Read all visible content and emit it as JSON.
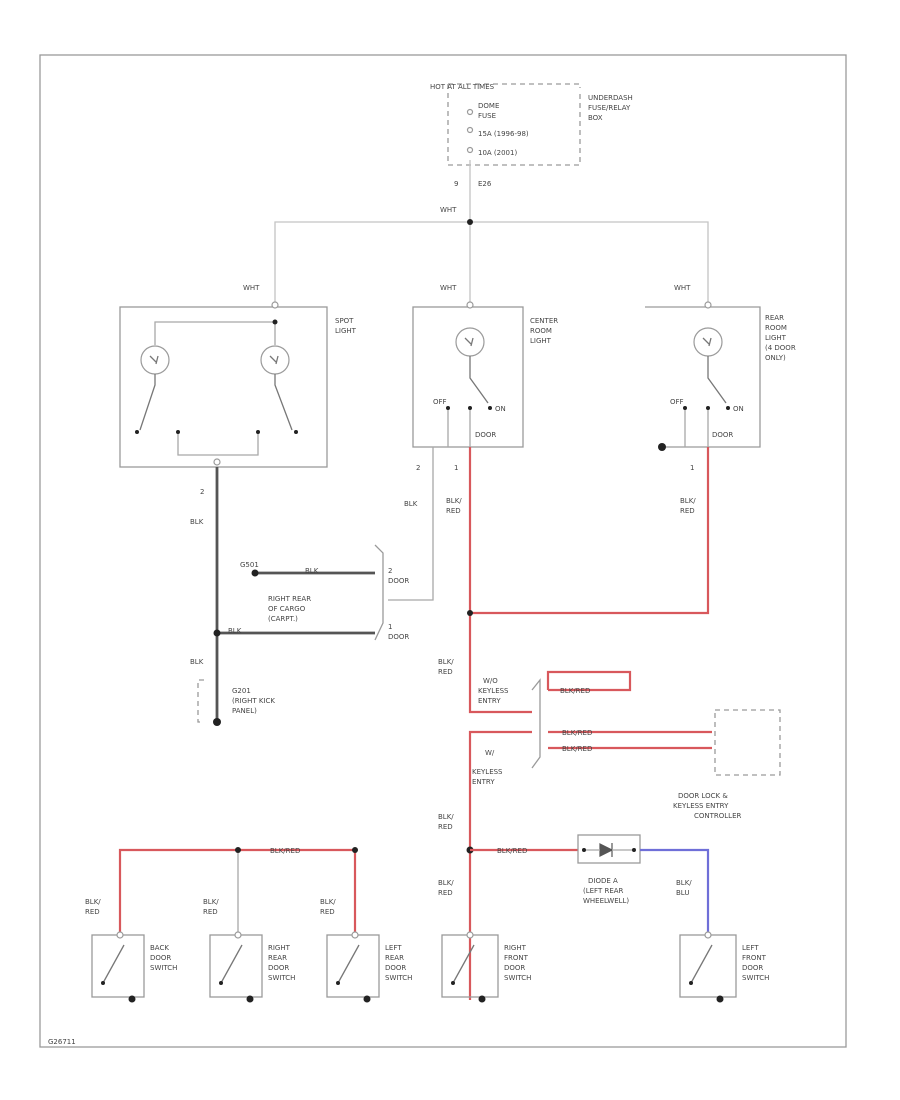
{
  "diagram": {
    "power_source": {
      "header": "HOT AT ALL TIMES",
      "fuse_lines": [
        "DOME",
        "FUSE",
        "15A (1996-98)",
        "10A (2001)"
      ],
      "fuse_box": [
        "UNDERDASH",
        "FUSE/RELAY",
        "BOX"
      ],
      "pin": "9",
      "connector": "E26"
    },
    "wire_labels": {
      "wht_trunk": "WHT",
      "wht_spot": "WHT",
      "wht_center": "WHT",
      "wht_rear": "WHT",
      "blk_spot_pin": "2",
      "blk_spot": "BLK",
      "center_pin_left": "2",
      "center_pin_right": "1",
      "center_blk": "BLK",
      "center_blkred": [
        "BLK/",
        "RED"
      ],
      "rear_pin": "1",
      "rear_blkred": [
        "BLK/",
        "RED"
      ],
      "cargo_top_wire": "BLK",
      "cargo_bottom_wire": "BLK",
      "ground_blk": "BLK",
      "trunk_blkred_1": [
        "BLK/",
        "RED"
      ],
      "trunk_blkred_2": [
        "BLK/",
        "RED"
      ],
      "trunk_blkred_3": [
        "BLK/",
        "RED"
      ],
      "keyless_top": "BLK/RED",
      "keyless_mid1": "BLK/RED",
      "keyless_mid2": "BLK/RED",
      "diode_wire": "BLK/RED",
      "back_bus": "BLK/RED",
      "blkblu": [
        "BLK/",
        "BLU"
      ],
      "back_drop": [
        "BLK/",
        "RED"
      ],
      "rrear_drop": [
        "BLK/",
        "RED"
      ],
      "lrear_drop": [
        "BLK/",
        "RED"
      ]
    },
    "lights": {
      "spot": [
        "SPOT",
        "LIGHT"
      ],
      "center": [
        "CENTER",
        "ROOM",
        "LIGHT"
      ],
      "rear": [
        "REAR",
        "ROOM",
        "LIGHT",
        "(4 DOOR",
        "ONLY)"
      ],
      "switch_off": "OFF",
      "switch_on": "ON",
      "switch_door": "DOOR"
    },
    "cargo": {
      "label": [
        "RIGHT REAR",
        "OF CARGO",
        "(CARPT.)"
      ],
      "ground_tag": "G501",
      "pin_top": "2",
      "pin_bottom": "1",
      "top_door": "DOOR",
      "bottom_door": "DOOR"
    },
    "ground": {
      "label": [
        "G201",
        "(RIGHT KICK",
        "PANEL)"
      ]
    },
    "keyless": {
      "wo_label": [
        "W/O",
        "KEYLESS",
        "ENTRY"
      ],
      "w_label": [
        "W/",
        "KEYLESS",
        "ENTRY"
      ],
      "controller": [
        "DOOR LOCK &",
        "KEYLESS ENTRY",
        "CONTROLLER"
      ]
    },
    "diode": {
      "label": [
        "DIODE A",
        "(LEFT REAR",
        "WHEELWELL)"
      ]
    },
    "switches": [
      {
        "id": "back",
        "label": [
          "BACK",
          "DOOR",
          "SWITCH"
        ]
      },
      {
        "id": "right-rear",
        "label": [
          "RIGHT",
          "REAR",
          "DOOR",
          "SWITCH"
        ]
      },
      {
        "id": "left-rear",
        "label": [
          "LEFT",
          "REAR",
          "DOOR",
          "SWITCH"
        ]
      },
      {
        "id": "right-front",
        "label": [
          "RIGHT",
          "FRONT",
          "DOOR",
          "SWITCH"
        ]
      },
      {
        "id": "left-front",
        "label": [
          "LEFT",
          "FRONT",
          "DOOR",
          "SWITCH"
        ]
      }
    ],
    "figure_code": "G26711"
  }
}
